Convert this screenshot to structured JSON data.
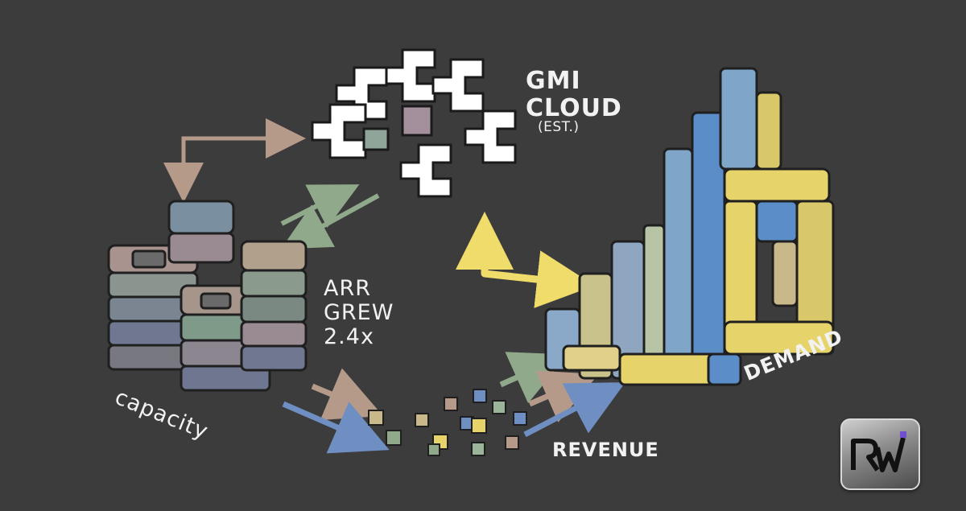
{
  "labels": {
    "gmi_title_line1": "GMI",
    "gmi_title_line2": "CLOUD",
    "gmi_subtitle": "(EST.)",
    "arr_line1": "ARR",
    "arr_line2": "GREW",
    "arr_line3": "2.4x",
    "capacity": "capacity",
    "revenue": "REVENUE",
    "demand": "DEMAND"
  },
  "logo": {
    "text": "RW"
  },
  "colors": {
    "background": "#3c3c3c",
    "text": "#f2f2f2",
    "demand_yellow": "#e6d36a",
    "demand_blue": "#5b8ec8",
    "capacity_mauve": "#9a8a92",
    "capacity_teal": "#6f8f8a",
    "arrow_yellow": "#f0dc6a",
    "arrow_tan": "#b59a8a",
    "arrow_green": "#8fa98a",
    "arrow_blue": "#6f8fc2"
  }
}
